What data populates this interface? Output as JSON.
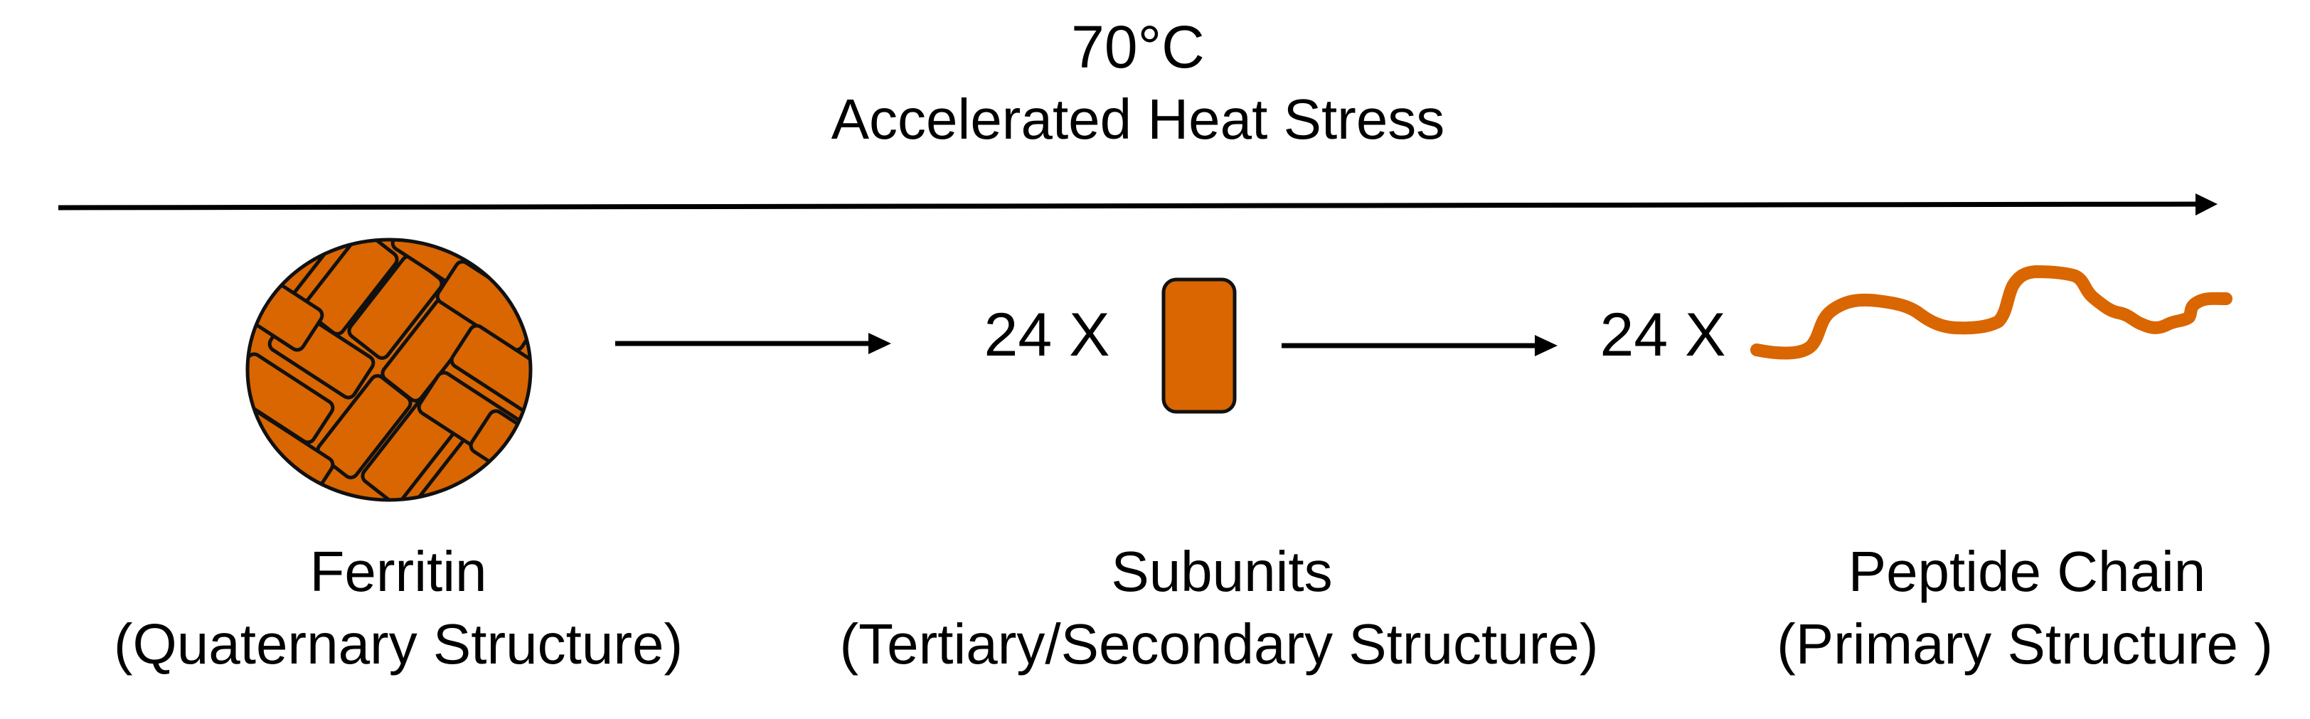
{
  "header": {
    "temperature": "70°C",
    "condition": "Accelerated Heat Stress"
  },
  "timeline_arrow": {
    "icon": "long-right-arrow-icon"
  },
  "colors": {
    "protein_orange": "#D96600",
    "outline": "#111111",
    "arrow": "#000000",
    "background": "#FFFFFF"
  },
  "stages": [
    {
      "name": "Ferritin",
      "structure": "(Quaternary Structure)",
      "icon": "ferritin-cage-icon",
      "multiplier": ""
    },
    {
      "name": "Subunits",
      "structure": "(Tertiary/Secondary Structure)",
      "icon": "subunit-block-icon",
      "multiplier": "24 X"
    },
    {
      "name": "Peptide Chain",
      "structure": "(Primary Structure )",
      "icon": "peptide-chain-icon",
      "multiplier": "24 X"
    }
  ],
  "transitions": [
    {
      "icon": "right-arrow-icon",
      "from": "Ferritin",
      "to": "Subunits"
    },
    {
      "icon": "right-arrow-icon",
      "from": "Subunits",
      "to": "Peptide Chain"
    }
  ]
}
